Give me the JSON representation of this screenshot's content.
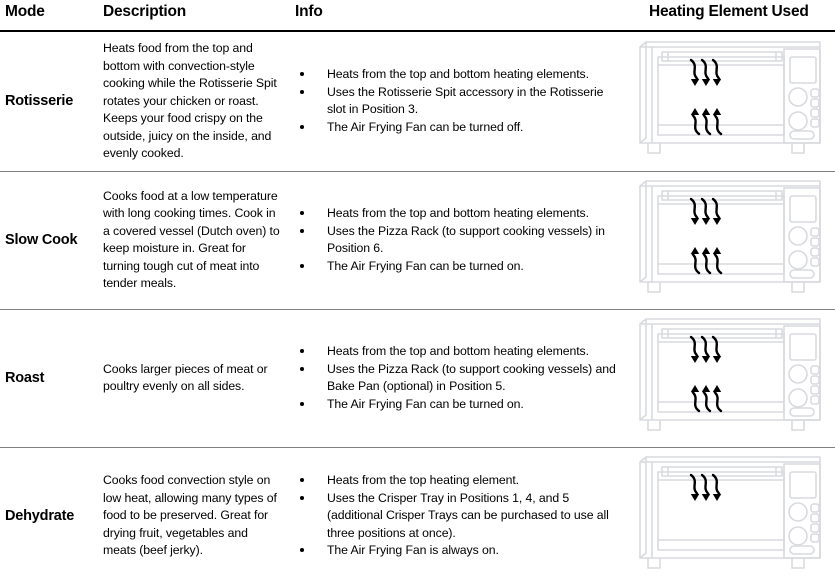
{
  "table": {
    "headers": {
      "mode": "Mode",
      "description": "Description",
      "info": "Info",
      "heating": "Heating Element Used"
    },
    "rows": [
      {
        "mode": "Rotisserie",
        "description": "Heats food from the top and bottom with convection-style cooking while the Rotisserie Spit rotates your chicken or roast. Keeps your food crispy on the outside, juicy on the inside, and evenly cooked.",
        "info": [
          "Heats from the top and bottom heating elements.",
          "Uses the Rotisserie Spit accessory in the Rotisserie slot in Position 3.",
          "The Air Frying Fan can be turned off."
        ],
        "heating_element": {
          "icon": "oven-diagram",
          "top_element": true,
          "bottom_element": true,
          "top_arrows": 3,
          "bottom_arrows": 3
        }
      },
      {
        "mode": "Slow Cook",
        "description": "Cooks food at a low temperature with long cooking times. Cook in a covered vessel (Dutch oven) to keep moisture in. Great for turning tough cut of meat into tender meals.",
        "info": [
          "Heats from the top and bottom heating elements.",
          "Uses the Pizza Rack (to support cooking vessels) in Position 6.",
          "The Air Frying Fan can be turned on."
        ],
        "heating_element": {
          "icon": "oven-diagram",
          "top_element": true,
          "bottom_element": true,
          "top_arrows": 3,
          "bottom_arrows": 3
        }
      },
      {
        "mode": "Roast",
        "description": "Cooks larger pieces of meat or poultry evenly on all sides.",
        "info": [
          "Heats from the top and bottom heating elements.",
          "Uses the Pizza Rack (to support cooking vessels) and Bake Pan (optional) in Position 5.",
          "The Air Frying Fan can be turned on."
        ],
        "heating_element": {
          "icon": "oven-diagram",
          "top_element": true,
          "bottom_element": true,
          "top_arrows": 3,
          "bottom_arrows": 3
        }
      },
      {
        "mode": "Dehydrate",
        "description": "Cooks food convection style on low heat, allowing many types of food to be preserved. Great for drying fruit, vegetables and meats (beef jerky).",
        "info": [
          "Heats from the top heating element.",
          "Uses the Crisper Tray in Positions 1, 4, and 5 (additional Crisper Trays can be purchased to use all three positions at once).",
          "The Air Frying Fan is always on."
        ],
        "heating_element": {
          "icon": "oven-diagram",
          "top_element": true,
          "bottom_element": false,
          "top_arrows": 3,
          "bottom_arrows": 0
        }
      }
    ]
  },
  "colors": {
    "text": "#000000",
    "header_rule": "#000000",
    "row_rule": "#808080",
    "oven_line": "#d8dade",
    "arrow": "#000000",
    "background": "#ffffff"
  }
}
